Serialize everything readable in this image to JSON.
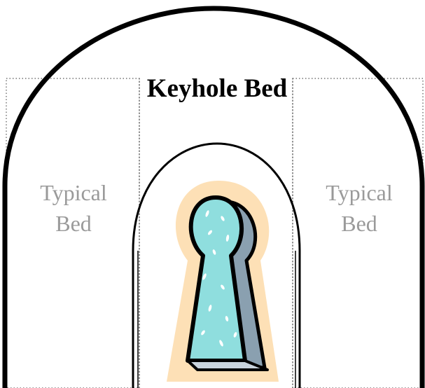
{
  "diagram": {
    "title": "Keyhole Bed",
    "left_bed_label": "Typical Bed",
    "right_bed_label": "Typical Bed",
    "icon": "keyhole-icon"
  },
  "colors": {
    "outline": "#000000",
    "label_gray": "#9a9a9a",
    "keyhole_glow": "#fde0b6",
    "keyhole_fill": "#8fdede",
    "keyhole_shadow": "#8aa0b0"
  }
}
